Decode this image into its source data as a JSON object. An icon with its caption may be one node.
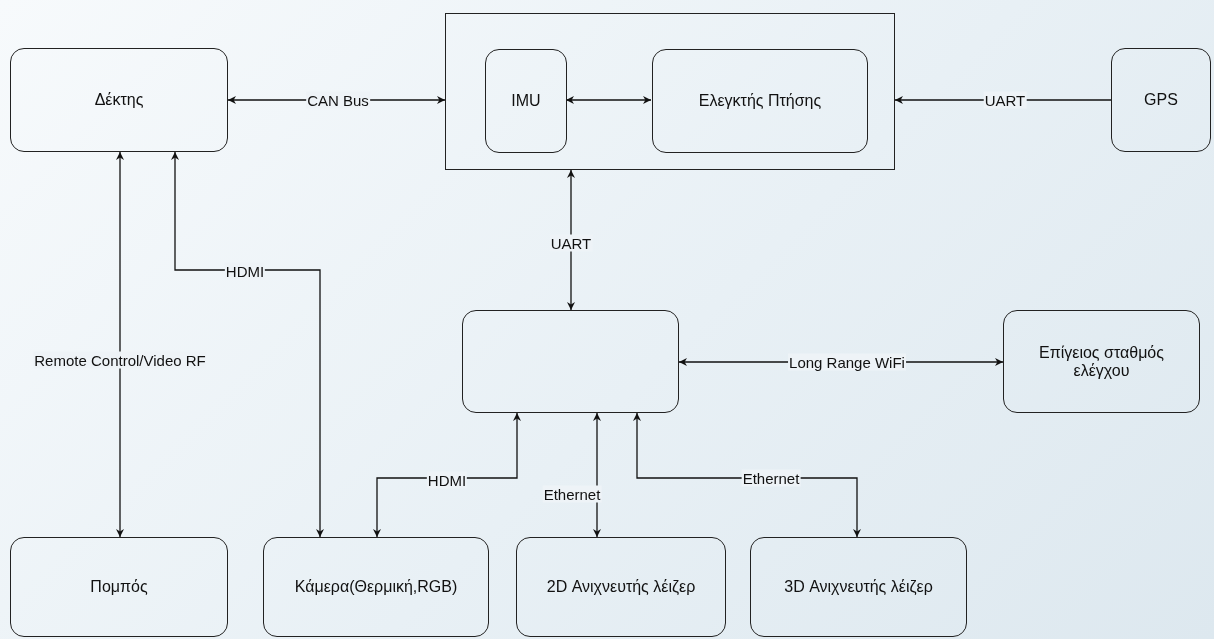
{
  "diagram": {
    "nodes": [
      {
        "text": [
          "Δέκτης"
        ]
      },
      {
        "text": [],
        "shape": "box"
      },
      {
        "text": [
          "IMU"
        ],
        "in": 1
      },
      {
        "text": [
          "Ελεγκτής Πτήσης"
        ],
        "in": 1
      },
      {
        "text": [
          "GPS"
        ]
      },
      {
        "text": [],
        "shape": "box"
      },
      {
        "text": [
          "Επίγειος σταθμός ελέγχου"
        ]
      },
      {
        "text": [
          "Πομπός"
        ]
      },
      {
        "text": [
          "Κάμερα(Θερμική,RGB)"
        ]
      },
      {
        "text": [
          "2D Ανιχνευτής λέιζερ"
        ]
      },
      {
        "text": [
          "3D Ανιχνευτής λέιζερ"
        ]
      }
    ],
    "edges": [
      {
        "from": 0,
        "to": 1,
        "arrow": "both",
        "label": "CAN Bus"
      },
      {
        "from": 2,
        "to": 3,
        "arrow": "both"
      },
      {
        "from": 4,
        "to": 1,
        "arrow": "to",
        "label": "UART"
      },
      {
        "from": 1,
        "to": 5,
        "arrow": "both",
        "label": "UART"
      },
      {
        "from": 0,
        "to": 7,
        "arrow": "both",
        "label": "Remote Control/Video RF"
      },
      {
        "from": 0,
        "to": 8,
        "arrow": "both",
        "label": "HDMI"
      },
      {
        "from": 5,
        "to": 8,
        "arrow": "both",
        "label": "HDMI"
      },
      {
        "from": 5,
        "to": 9,
        "arrow": "both",
        "label": "Ethernet"
      },
      {
        "from": 5,
        "to": 10,
        "arrow": "both",
        "label": "Ethernet"
      },
      {
        "from": 5,
        "to": 6,
        "arrow": "both",
        "label": "Long Range WiFi"
      }
    ]
  }
}
